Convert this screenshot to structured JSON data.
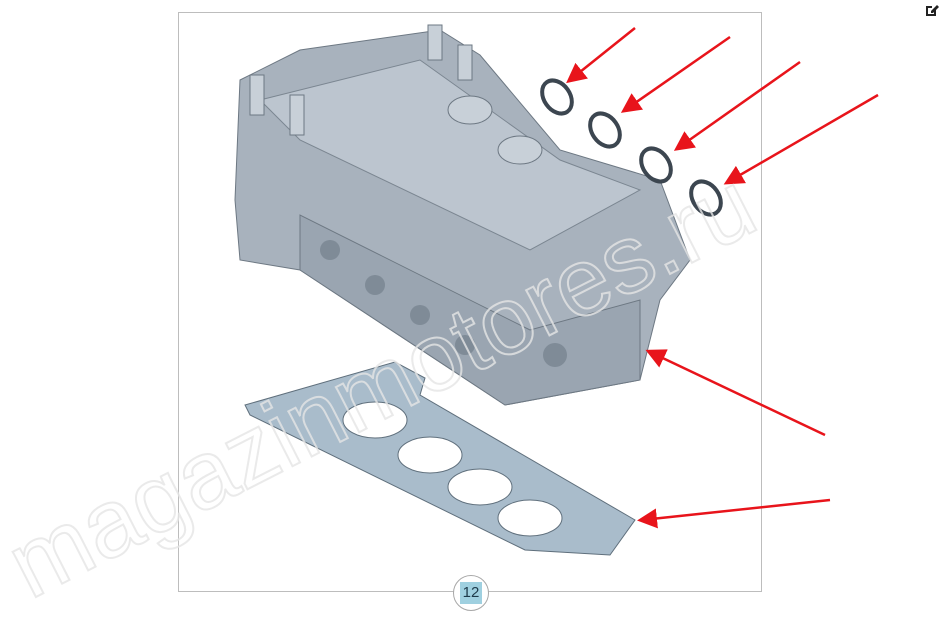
{
  "diagram": {
    "item_number": "12",
    "watermark": "magazinmotores.ru",
    "arrow_color": "#e8141b",
    "part_color": "#a9bccb",
    "parts": [
      "cylinder-head",
      "seal-ring-1",
      "seal-ring-2",
      "seal-ring-3",
      "seal-ring-4",
      "head-gasket"
    ]
  },
  "toolbar": {
    "edit_icon": "edit-icon"
  }
}
